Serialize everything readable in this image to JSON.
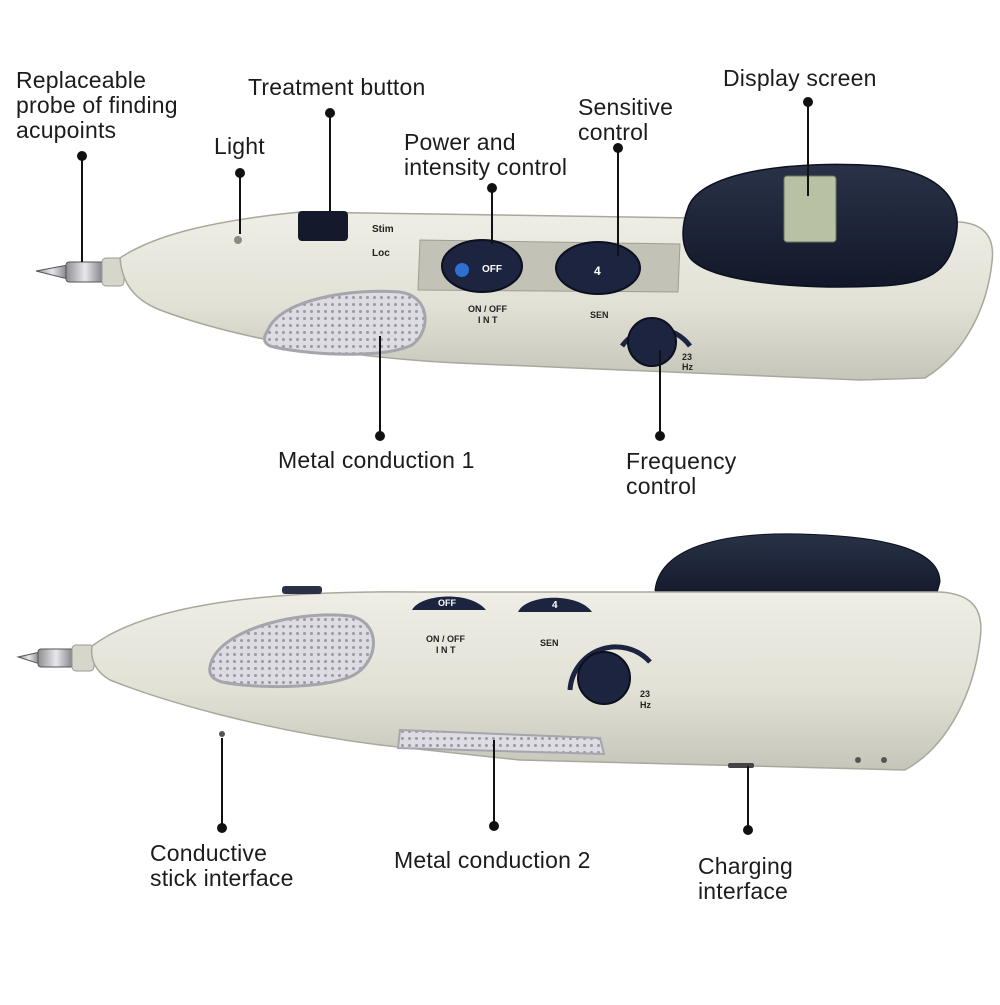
{
  "colors": {
    "body": "#e4e3d8",
    "body_shade": "#c9c8bc",
    "screen_housing": "#1b2235",
    "lcd": "#b9c2a6",
    "dial": "#1c2440",
    "dial_accent": "#2f6fd1",
    "metal_pad": "#d9d9de",
    "leader": "#111111"
  },
  "top_view": {
    "callouts": {
      "probe": "Replaceable\nprobe of finding\nacupoints",
      "treatment_button": "Treatment button",
      "light": "Light",
      "power_intensity": "Power and\nintensity control",
      "sensitive_control": "Sensitive\ncontrol",
      "display_screen": "Display screen",
      "metal_conduction_1": "Metal conduction 1",
      "frequency_control": "Frequency\ncontrol"
    },
    "printed_marks": {
      "on_off": "ON / OFF",
      "int": "I N T",
      "sen": "SEN",
      "dial_off": "OFF",
      "dial_4": "4",
      "freq_23": "23",
      "freq_hz": "Hz",
      "loc": "Loc",
      "stim": "Stim"
    }
  },
  "bottom_view": {
    "callouts": {
      "conductive_stick": "Conductive\nstick interface",
      "metal_conduction_2": "Metal conduction 2",
      "charging_interface": "Charging\ninterface"
    },
    "printed_marks": {
      "on_off": "ON / OFF",
      "int": "I N T",
      "sen": "SEN",
      "dial_off": "OFF",
      "dial_4": "4",
      "freq_23": "23",
      "freq_hz": "Hz"
    }
  }
}
